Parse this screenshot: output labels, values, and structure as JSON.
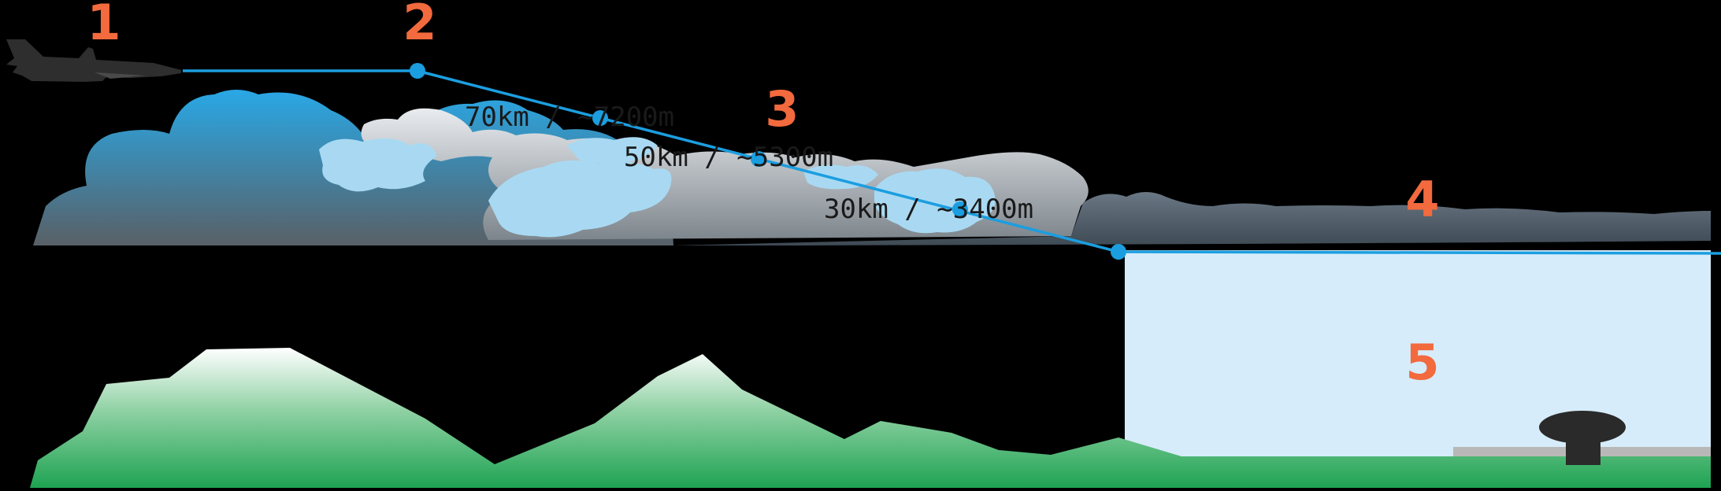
{
  "colors": {
    "background": "#000000",
    "step_number": "#f26a3d",
    "flight_path": "#1b9ee0",
    "waypoint": "#1b9ee0",
    "altitude_text": "#1a1a1a",
    "cloud_top": "#29a8e6",
    "cloud_bottom": "#596066",
    "light_cloud": "#a9d9f2",
    "grey_cloud": "#b5bbc0",
    "low_cloud": "#4a5a66",
    "clear_zone": "#d6ecfa",
    "mountain_top": "#ffffff",
    "mountain_bottom": "#1ea352",
    "airfield": "#b8b8b8",
    "radar": "#2a2a2a",
    "aircraft": "#2e2e2e"
  },
  "icons": {
    "aircraft": "fighter-jet-silhouette",
    "radar": "radar-dome-silhouette"
  },
  "steps": [
    {
      "id": "1",
      "label": "1"
    },
    {
      "id": "2",
      "label": "2"
    },
    {
      "id": "3",
      "label": "3"
    },
    {
      "id": "4",
      "label": "4"
    },
    {
      "id": "5",
      "label": "5"
    }
  ],
  "waypoints": [
    {
      "label": "70km / ~7200m"
    },
    {
      "label": "50km / ~5300m"
    },
    {
      "label": "30km / ~3400m"
    }
  ]
}
